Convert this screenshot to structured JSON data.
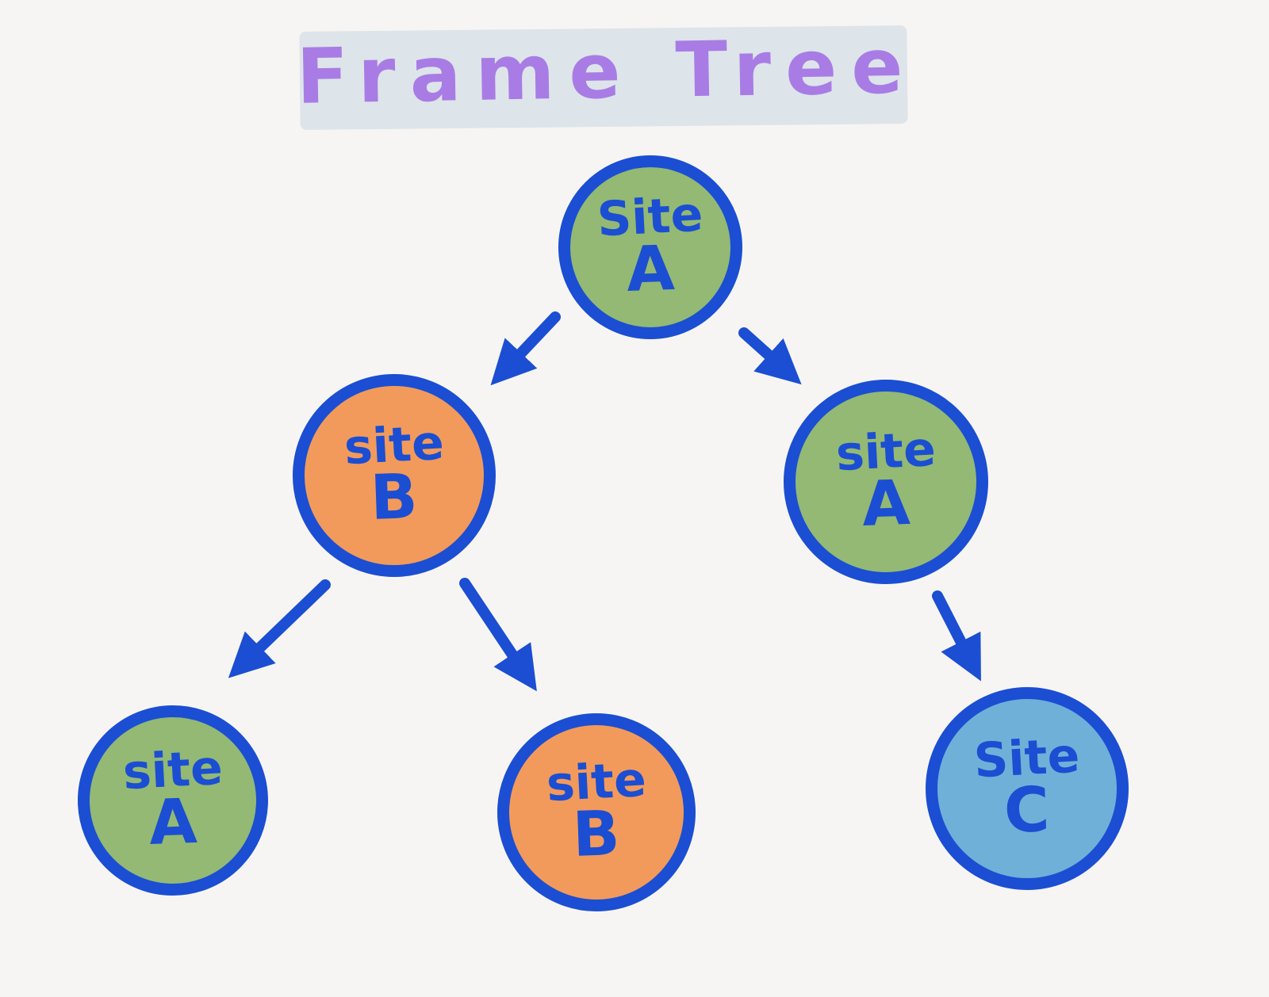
{
  "title": "Frame Tree",
  "colors": {
    "stroke": "#1b4ed2",
    "text": "#1b4ed2",
    "title": "#a87ce4",
    "highlight": "#dde4ea",
    "background": "#f6f5f3",
    "green": "#93b974",
    "orange": "#f29a5c",
    "blue": "#6fb0d9"
  },
  "nodes": {
    "root": {
      "word": "Site",
      "letter": "A",
      "color": "green"
    },
    "l2_left": {
      "word": "site",
      "letter": "B",
      "color": "orange"
    },
    "l2_right": {
      "word": "site",
      "letter": "A",
      "color": "green"
    },
    "l3_left": {
      "word": "site",
      "letter": "A",
      "color": "green"
    },
    "l3_mid": {
      "word": "site",
      "letter": "B",
      "color": "orange"
    },
    "l3_right": {
      "word": "Site",
      "letter": "C",
      "color": "blue"
    }
  },
  "edges": [
    {
      "from": "root",
      "to": "l2_left"
    },
    {
      "from": "root",
      "to": "l2_right"
    },
    {
      "from": "l2_left",
      "to": "l3_left"
    },
    {
      "from": "l2_left",
      "to": "l3_mid"
    },
    {
      "from": "l2_right",
      "to": "l3_right"
    }
  ]
}
